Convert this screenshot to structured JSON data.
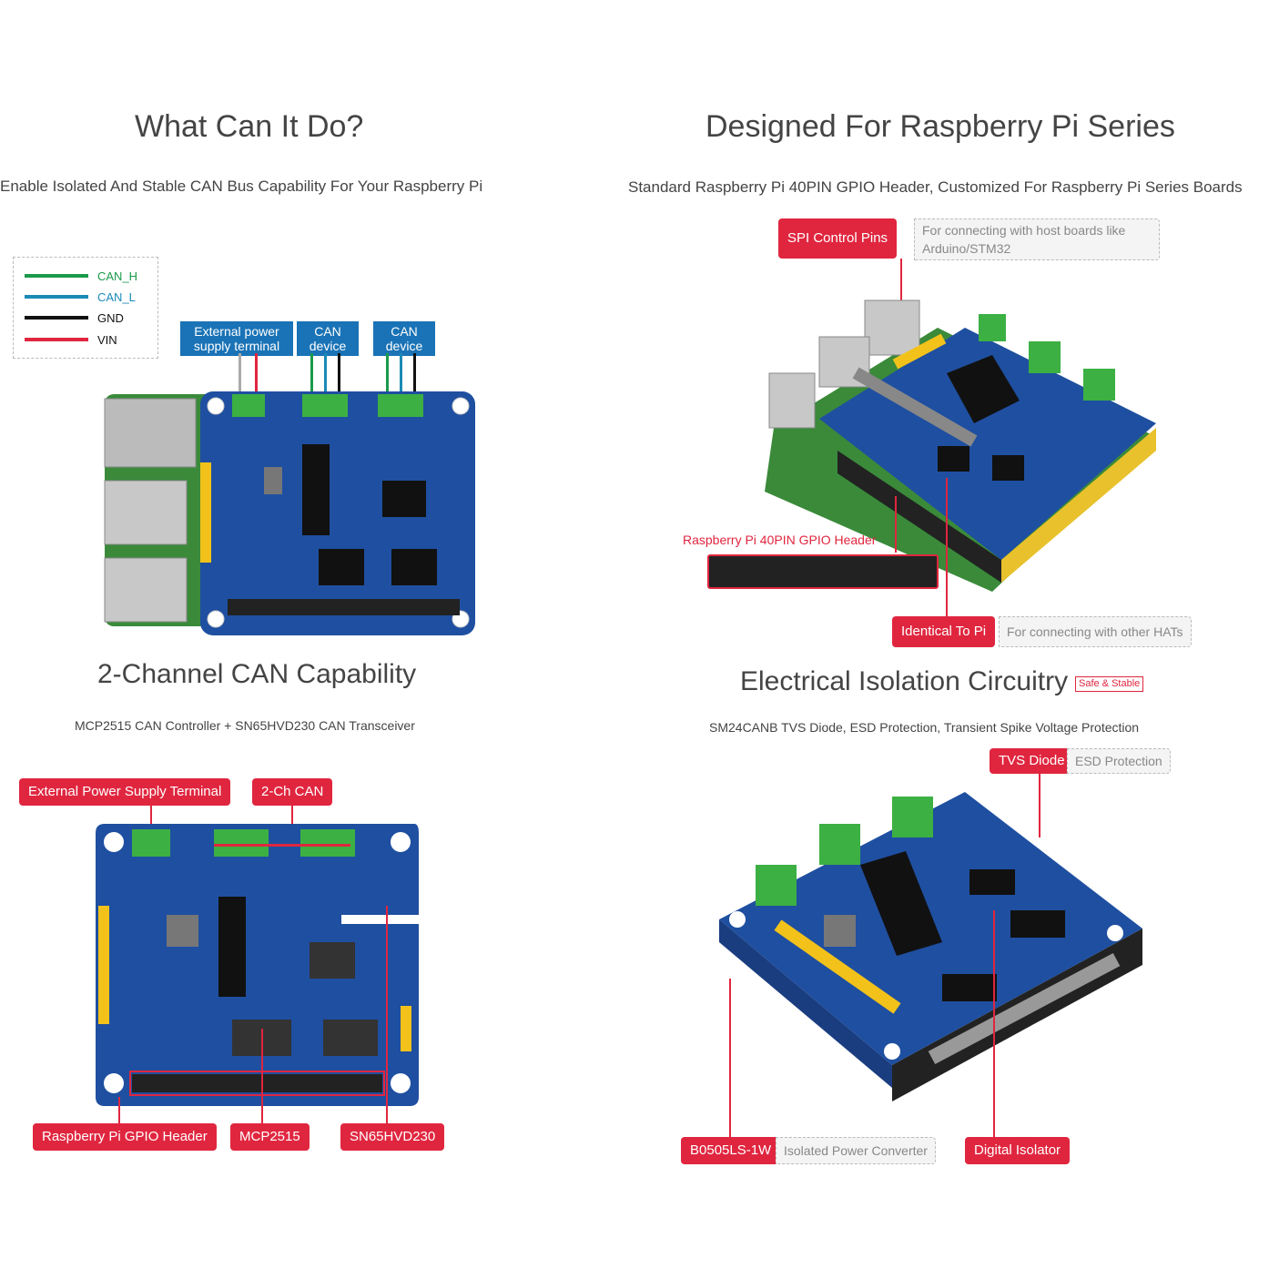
{
  "top_left": {
    "title": "What Can It Do?",
    "subtitle": "Enable Isolated And Stable CAN Bus Capability For Your Raspberry Pi"
  },
  "top_right": {
    "title": "Designed For Raspberry Pi Series",
    "subtitle": "Standard Raspberry Pi 40PIN GPIO Header, Customized For Raspberry Pi Series Boards",
    "spi_tag": "SPI Control Pins",
    "spi_desc": "For connecting with host boards like Arduino/STM32",
    "gpio_tag": "Raspberry Pi 40PIN GPIO Header",
    "identical_tag": "Identical To Pi",
    "identical_desc": "For connecting with other HATs"
  },
  "legend": {
    "items": [
      {
        "label": "CAN_H",
        "color": "#1a9a4a"
      },
      {
        "label": "CAN_L",
        "color": "#1a8ab6"
      },
      {
        "label": "GND",
        "color": "#111111"
      },
      {
        "label": "VIN",
        "color": "#e0263f"
      }
    ]
  },
  "diagram_labels": {
    "power": "External power supply terminal",
    "can1": "CAN device",
    "can2": "CAN device"
  },
  "middle_left": {
    "title": "2-Channel CAN Capability",
    "subtitle": "MCP2515 CAN Controller + SN65HVD230 CAN Transceiver",
    "tag_power": "External Power Supply Terminal",
    "tag_can": "2-Ch CAN",
    "tag_gpio": "Raspberry Pi GPIO Header",
    "tag_mcp": "MCP2515",
    "tag_sn": "SN65HVD230"
  },
  "middle_right": {
    "title": "Electrical Isolation Circuitry",
    "badge": "Safe & Stable",
    "subtitle": "SM24CANB TVS Diode, ESD Protection, Transient Spike Voltage Protection",
    "tvs_tag": "TVS Diode",
    "tvs_desc": "ESD Protection",
    "b0505_tag": "B0505LS-1W",
    "b0505_desc": "Isolated Power Converter",
    "isolator_tag": "Digital Isolator"
  },
  "colors": {
    "accent_red": "#e0263f",
    "pcb_blue": "#1f4fa0",
    "label_blue": "#1a73b6"
  }
}
